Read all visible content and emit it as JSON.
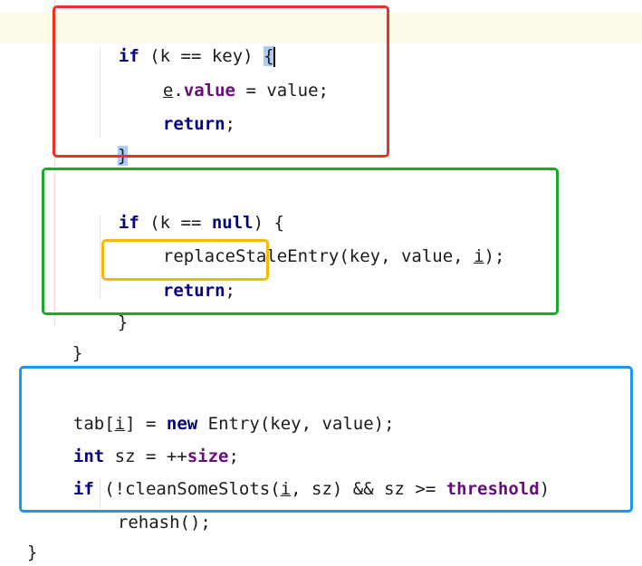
{
  "code": {
    "line1": {
      "kw_if": "if",
      "cond": " (k == key) ",
      "brace": "{"
    },
    "line2": {
      "obj": "e",
      "dot": ".",
      "field": "value",
      "rest": " = value;"
    },
    "line3": {
      "kw_return": "return",
      "semi": ";"
    },
    "line4": {
      "brace": "}"
    },
    "line5": {
      "kw_if": "if",
      "cond": " (k == ",
      "kw_null": "null",
      "rest": ") {"
    },
    "line6": {
      "pre": "replaceStaleEntry(key, value, ",
      "i": "i",
      "post": ");"
    },
    "line7": {
      "kw_return": "return",
      "semi": ";"
    },
    "line8": {
      "brace": "}"
    },
    "line9": {
      "brace": "}"
    },
    "line10": {
      "pre": "tab[",
      "i": "i",
      "mid": "] = ",
      "kw_new": "new",
      "rest": " Entry(key, value);"
    },
    "line11": {
      "kw_int": "int",
      "mid": " sz = ++",
      "field": "size",
      "semi": ";"
    },
    "line12": {
      "kw_if": "if",
      "pre": " (!cleanSomeSlots(",
      "i": "i",
      "mid": ", sz) && sz >= ",
      "field": "threshold",
      "post": ")"
    },
    "line13": {
      "text": "rehash();"
    },
    "line14": {
      "brace": "}"
    }
  },
  "annotations": {
    "colors": {
      "red": "#ee3124",
      "green": "#1aaa2a",
      "yellow": "#f6b800",
      "blue": "#1e95ef"
    }
  }
}
